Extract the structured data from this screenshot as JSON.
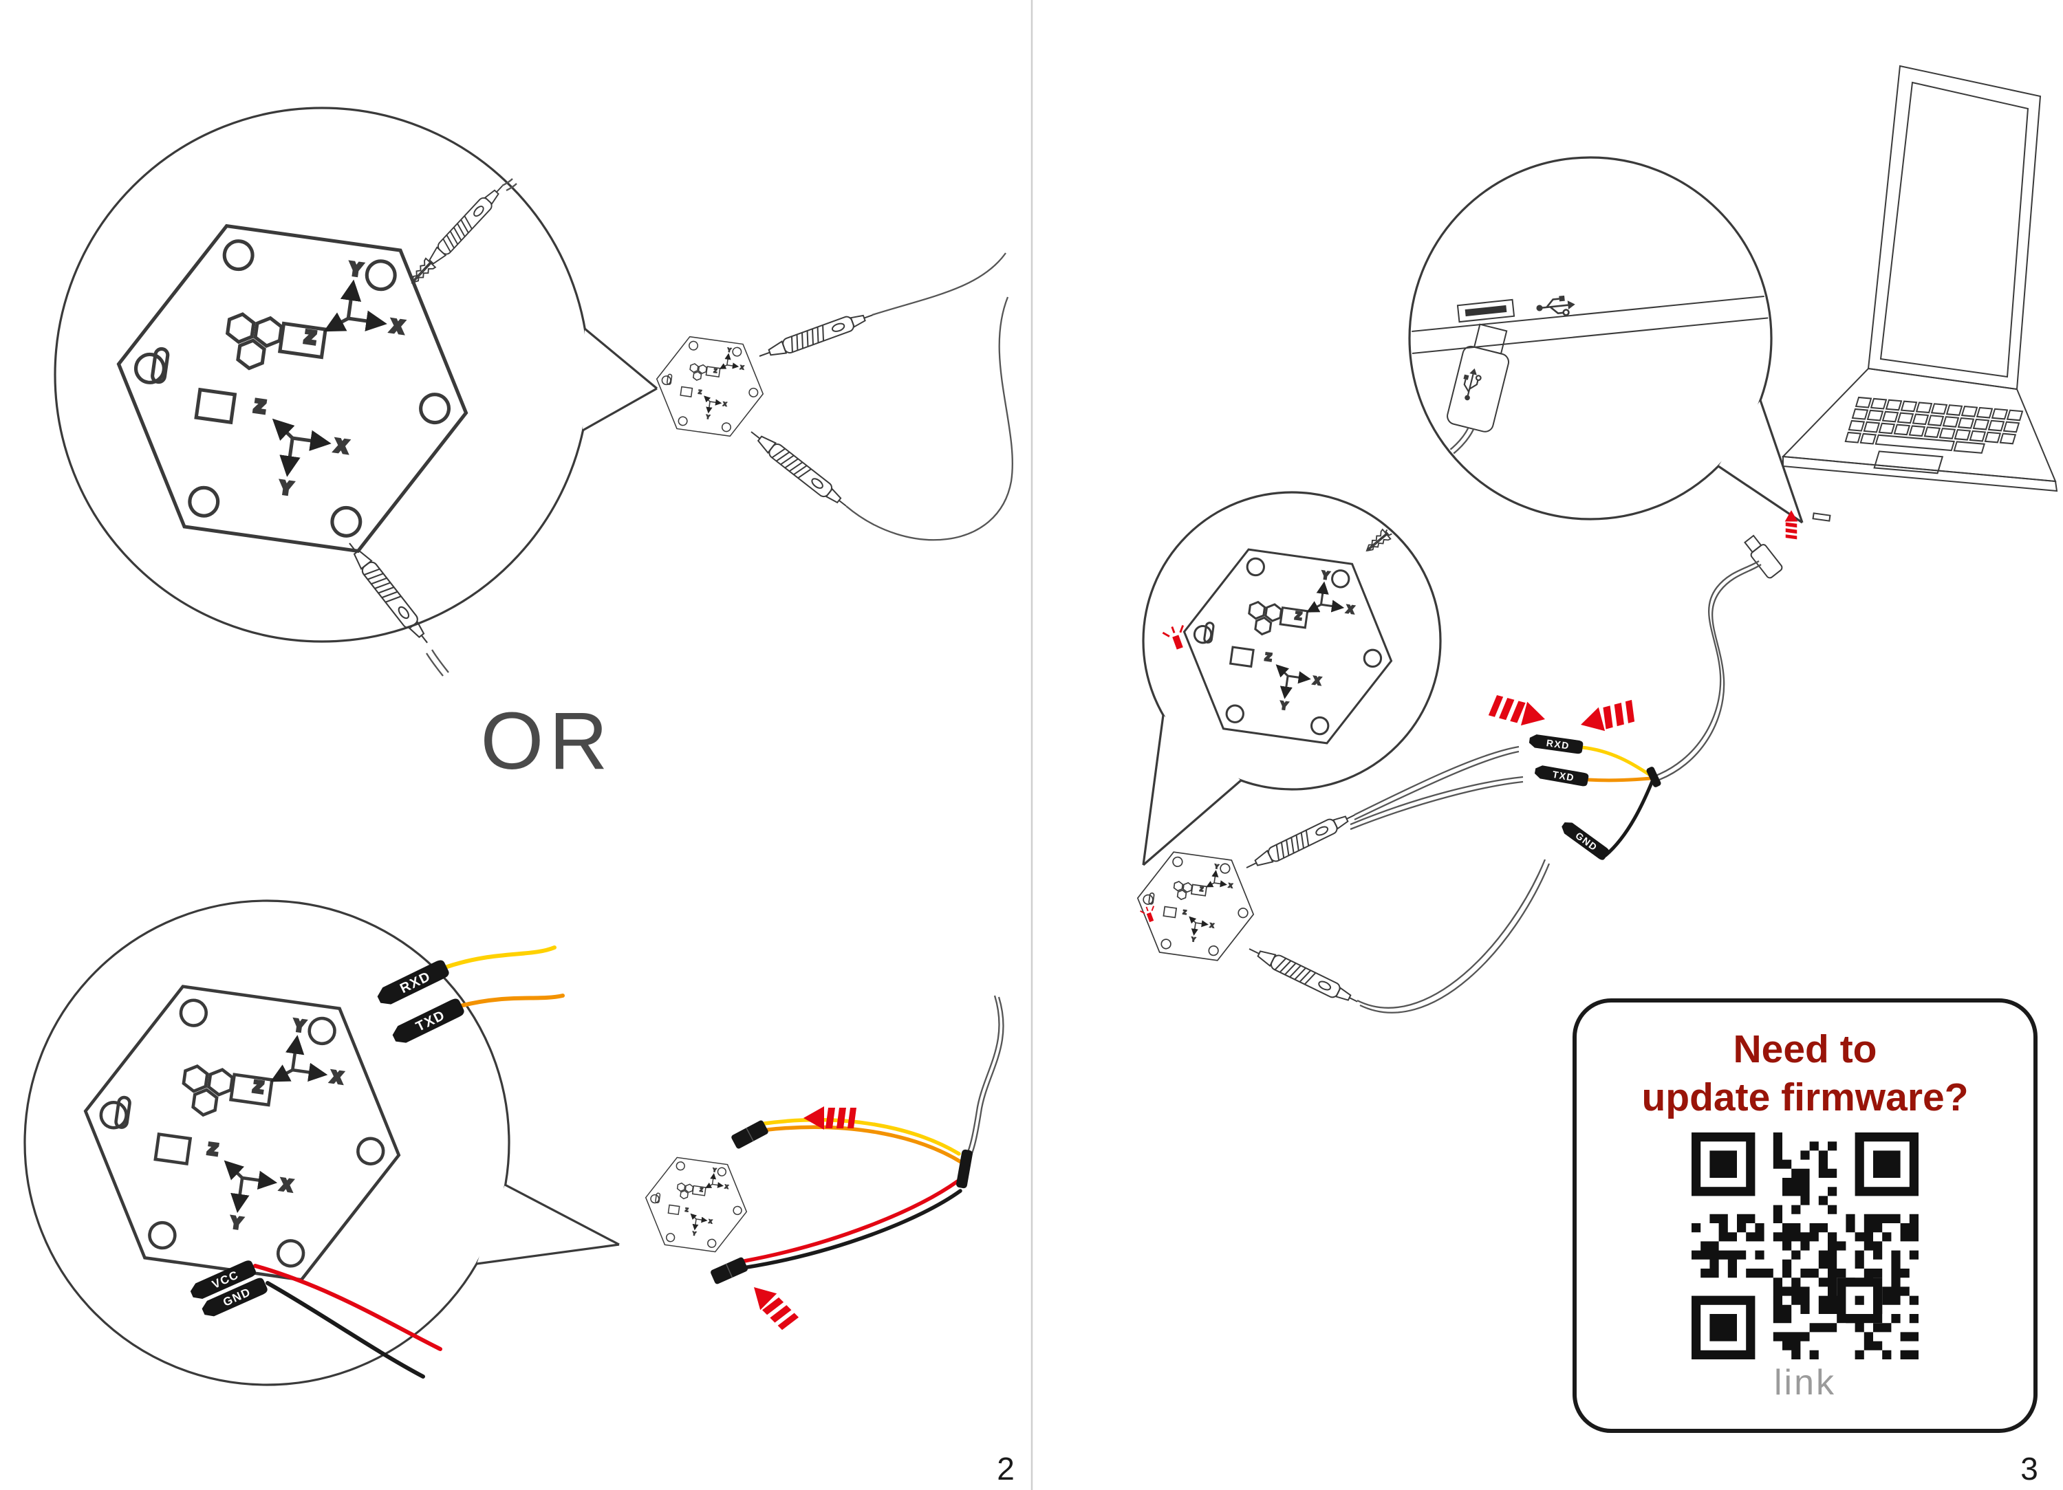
{
  "axes": {
    "x": "X",
    "y": "Y",
    "z": "Z"
  },
  "connectors": {
    "rxd": "RXD",
    "txd": "TXD",
    "vcc": "VCC",
    "gnd": "GND"
  },
  "left_page": {
    "or_label": "OR",
    "page_number": "2"
  },
  "right_page": {
    "page_number": "3",
    "firmware_box": {
      "line1": "Need to",
      "line2": "update firmware?",
      "link_label": "link"
    }
  },
  "colors": {
    "outline": "#3a3a3a",
    "accent_red": "#e30613",
    "wire_yellow": "#ffd100",
    "wire_orange": "#f39200",
    "wire_red": "#e30613",
    "wire_black": "#1a1a1a",
    "heading_red": "#991409",
    "link_gray": "#9b9b9b",
    "divider_gray": "#cfcfcf"
  }
}
